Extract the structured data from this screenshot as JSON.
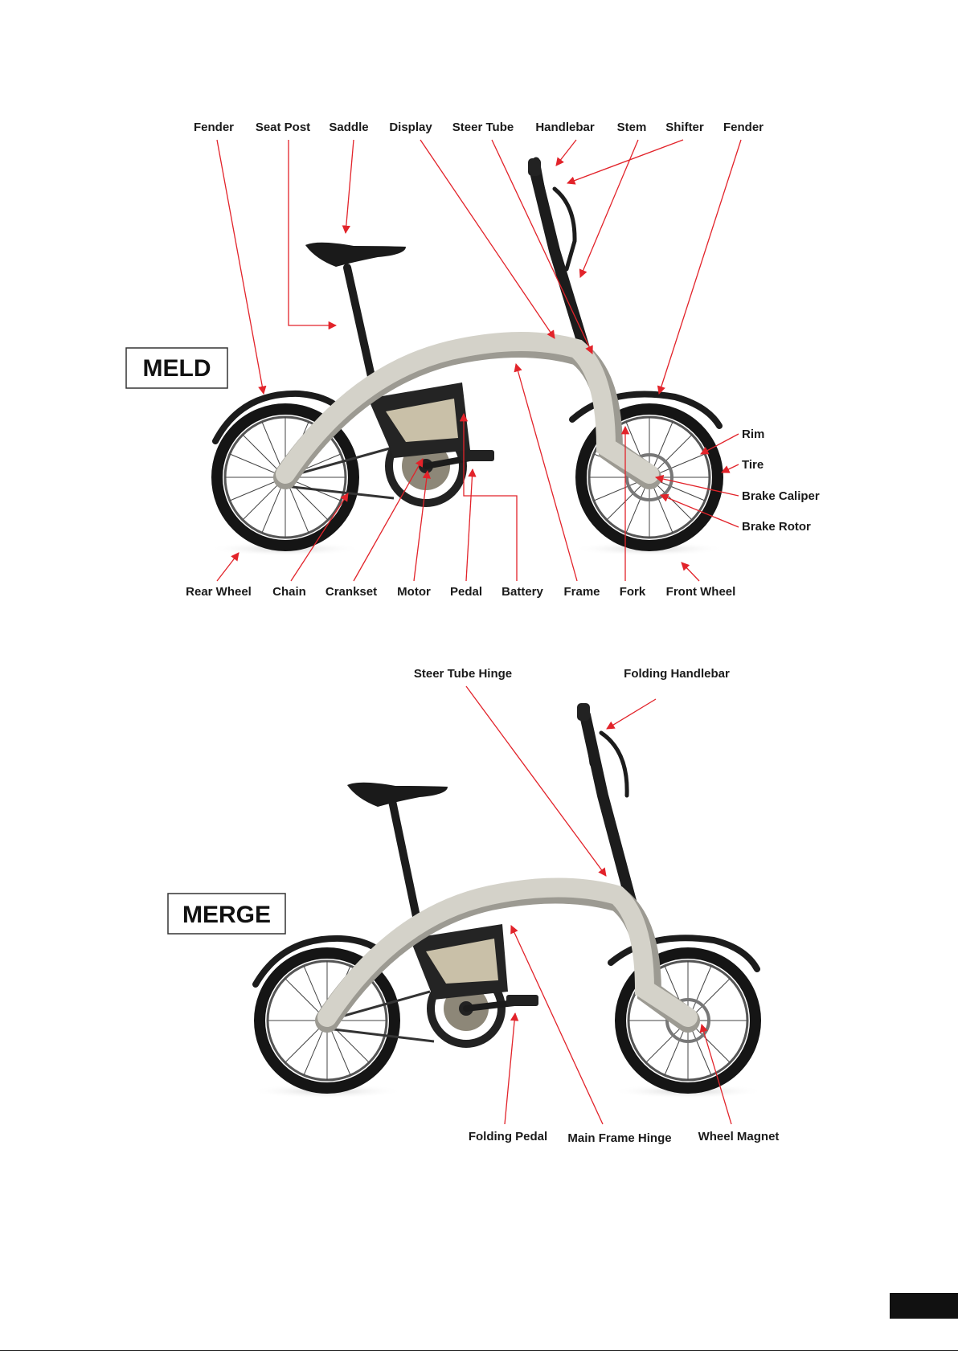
{
  "meld": {
    "model": "MELD",
    "labels": {
      "fender_rear": "Fender",
      "seat_post": "Seat Post",
      "saddle": "Saddle",
      "display": "Display",
      "steer_tube": "Steer Tube",
      "handlebar": "Handlebar",
      "stem": "Stem",
      "shifter": "Shifter",
      "fender_front": "Fender",
      "rim": "Rim",
      "tire": "Tire",
      "brake_caliper": "Brake Caliper",
      "brake_rotor": "Brake Rotor",
      "rear_wheel": "Rear Wheel",
      "chain": "Chain",
      "crankset": "Crankset",
      "motor": "Motor",
      "pedal": "Pedal",
      "battery": "Battery",
      "frame": "Frame",
      "fork": "Fork",
      "front_wheel": "Front Wheel"
    }
  },
  "merge": {
    "model": "MERGE",
    "labels": {
      "steer_tube_hinge": "Steer Tube Hinge",
      "folding_handlebar": "Folding Handlebar",
      "folding_pedal": "Folding Pedal",
      "main_frame_hinge": "Main Frame Hinge",
      "wheel_magnet": "Wheel Magnet"
    }
  },
  "colors": {
    "callout_arrow": "#e2232a",
    "frame": "#d4d2c9",
    "tire": "#151515",
    "page_tab": "#111111"
  },
  "icons": [
    "bicycle-illustration"
  ]
}
